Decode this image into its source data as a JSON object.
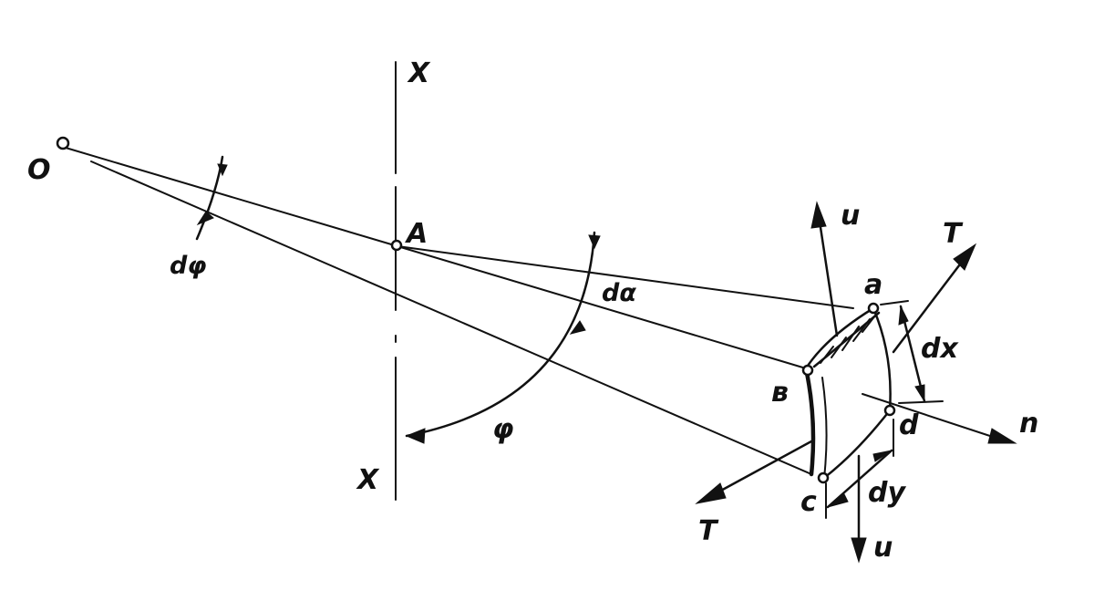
{
  "diagram": {
    "labels": {
      "origin": "O",
      "axis_top": "X",
      "axis_bottom": "X",
      "pivot": "A",
      "dphi": "dφ",
      "dalpha": "dα",
      "phi": "φ",
      "corner_a": "a",
      "corner_b": "в",
      "corner_c": "c",
      "corner_d": "d",
      "dx": "dx",
      "dy": "dy",
      "u_top": "u",
      "u_bottom": "u",
      "t_top": "T",
      "t_bottom": "T",
      "normal": "n"
    },
    "colors": {
      "ink": "#111111",
      "paper": "#ffffff"
    }
  }
}
